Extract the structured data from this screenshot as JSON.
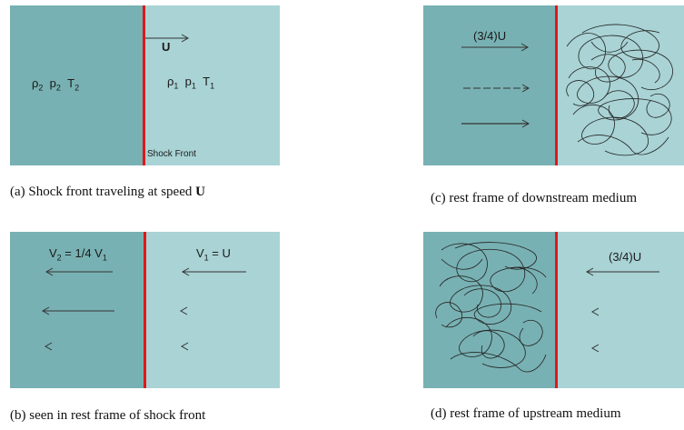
{
  "colors": {
    "downstream": "#78b1b3",
    "upstream": "#a9d3d5",
    "shock_front": "#e01818"
  },
  "panel_a": {
    "velocity": "U",
    "left_vars": [
      "ρ",
      "p",
      "T"
    ],
    "left_sub": "2",
    "right_vars": [
      "ρ",
      "p",
      "T"
    ],
    "right_sub": "1",
    "front_label": "Shock Front",
    "caption_prefix": "(a) Shock front traveling at speed ",
    "caption_bold": "U"
  },
  "panel_b": {
    "left_label_main": "V",
    "left_label_sub": "2",
    "left_label_rest": " = 1/4 V",
    "left_label_sub2": "1",
    "right_label_main": "V",
    "right_label_sub": "1",
    "right_label_rest": " = U",
    "caption": "(b) seen in rest frame of shock front"
  },
  "panel_c": {
    "velocity_label": "(3/4)U",
    "caption": "(c) rest frame of downstream medium"
  },
  "panel_d": {
    "velocity_label": "(3/4)U",
    "caption": "(d) rest frame of upstream medium"
  }
}
